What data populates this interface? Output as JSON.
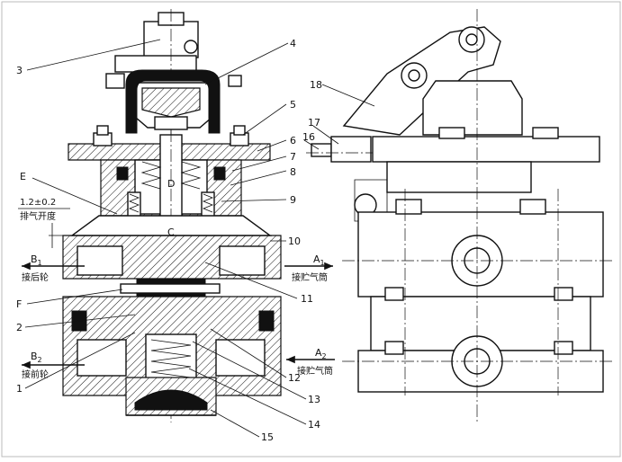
{
  "diagram": {
    "part_numbers": [
      "1",
      "2",
      "3",
      "4",
      "5",
      "6",
      "7",
      "8",
      "9",
      "10",
      "11",
      "12",
      "13",
      "14",
      "15",
      "16",
      "17",
      "18"
    ],
    "letter_labels": {
      "E": "E",
      "F": "F",
      "C": "C",
      "D": "D"
    },
    "dimension": "1.2±0.2",
    "exhaust_opening": "排气开度",
    "ports": {
      "b1": "B",
      "b1_sub": "1",
      "b1_text": "接后轮",
      "b2": "B",
      "b2_sub": "2",
      "b2_text": "接前轮",
      "a1": "A",
      "a1_sub": "1",
      "a1_text": "接贮气筒",
      "a2": "A",
      "a2_sub": "2",
      "a2_text": "接贮气筒"
    }
  }
}
